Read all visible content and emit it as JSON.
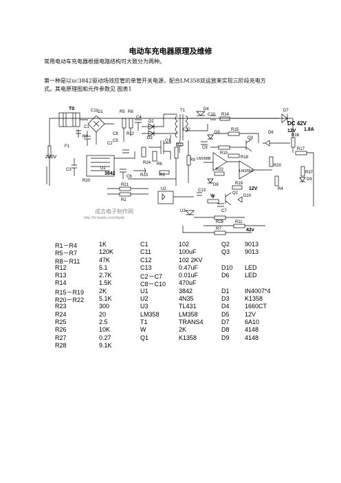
{
  "title": "电动车充电器原理及维修",
  "intro": "常用电动车充电器根据电路结构可大致分为两种。",
  "desc_line1": "第一种是以uc3842驱动场效应管的单管开关电源，配合LM358双运放来实现三阶段充电方",
  "desc_line2": "式。其电原理图和元件参数见  图表1",
  "schematic": {
    "labels": {
      "T0": "T0",
      "D1": "D1",
      "C11": "C11",
      "R5": "R5",
      "R8": "R8",
      "C4": "C4",
      "D2": "D2",
      "T1": "T1",
      "D4": "D4",
      "C10": "C10",
      "R14": "R14",
      "D7": "D7",
      "C1": "C1",
      "R12": "R12",
      "C8": "C8",
      "D3": "D3",
      "Q1": "Q1",
      "C12": "C12",
      "D5": "D5",
      "R15": "R15",
      "D6": "D6",
      "Q3": "Q3",
      "R1": "R1",
      "C2": "C2",
      "C5": "C5",
      "C9": "C9",
      "R10": "R10",
      "R16": "R16",
      "R17": "R17",
      "F1": "F1",
      "R13": "R13",
      "R18": "R18",
      "V220": "220V",
      "C3": "C3",
      "R24": "R24",
      "R6": "R6",
      "R9": "R9",
      "LM358B": "LM358B",
      "LM358A": "LM358A",
      "R20": "R20",
      "R37": "R37",
      "U1": "U1",
      "IC3842": "3842",
      "C6": "C6",
      "R23": "R23",
      "R3": "R3",
      "R22": "R22",
      "D9": "D9",
      "R4": "R4",
      "R20b": "R20",
      "D8": "D8",
      "R19": "R19",
      "V12b": "12V",
      "R21": "R21",
      "U2": "U2",
      "C13": "C13",
      "Q2": "Q2",
      "D10": "D10",
      "R2": "R2",
      "W": "W",
      "C7": "C7",
      "U3": "U3",
      "R28": "R28",
      "R11": "R11",
      "R7": "R7",
      "V42": "42v",
      "DC42V": "DC 42V",
      "A18": "1.8A",
      "V12": "12V"
    },
    "watermark_cn": "成吉电子制作网",
    "watermark_url": "http://hi.baidu.com/diydz"
  },
  "parts_list": {
    "col1": [
      {
        "ref": "R1－R4",
        "val": "1K"
      },
      {
        "ref": "R5－R7",
        "val": "120K"
      },
      {
        "ref": "R8－R11",
        "val": "47K"
      },
      {
        "ref": "R12",
        "val": "5.1"
      },
      {
        "ref": "R13",
        "val": "2.7K"
      },
      {
        "ref": "R14",
        "val": "1.5K"
      },
      {
        "ref": "R15－R19",
        "val": "2K"
      },
      {
        "ref": "R20－R22",
        "val": "5.1K"
      },
      {
        "ref": "R23",
        "val": "300"
      },
      {
        "ref": "R24",
        "val": "20"
      },
      {
        "ref": "R25",
        "val": "2.5"
      },
      {
        "ref": "R26",
        "val": "10K"
      },
      {
        "ref": "R27",
        "val": "0.27"
      },
      {
        "ref": "R28",
        "val": "9.1K"
      }
    ],
    "col2": [
      {
        "ref": "C1",
        "val": "102"
      },
      {
        "ref": "C11",
        "val": "100uF"
      },
      {
        "ref": "C12",
        "val": "102  2KV"
      },
      {
        "ref": "C13",
        "val": "0.47uF"
      },
      {
        "ref": "C2－C7",
        "val": "0.01uF"
      },
      {
        "ref": "C8－C10",
        "val": "470uF"
      },
      {
        "ref": "U1",
        "val": "3842"
      },
      {
        "ref": "U2",
        "val": "4N35"
      },
      {
        "ref": "U3",
        "val": "TL431"
      },
      {
        "ref": "LM358",
        "val": "LM358"
      },
      {
        "ref": "T1",
        "val": "TRANS4"
      },
      {
        "ref": "W",
        "val": "2K"
      },
      {
        "ref": "Q1",
        "val": "K1358"
      }
    ],
    "col3": [
      {
        "ref": "Q2",
        "val": "9013"
      },
      {
        "ref": "Q3",
        "val": "9013"
      },
      {
        "ref": "",
        "val": ""
      },
      {
        "ref": "D10",
        "val": "LED"
      },
      {
        "ref": "D6",
        "val": "LED"
      },
      {
        "ref": "",
        "val": ""
      },
      {
        "ref": "D1",
        "val": "IN4007*4"
      },
      {
        "ref": "D3",
        "val": "K1358"
      },
      {
        "ref": "D4",
        "val": "1660CT"
      },
      {
        "ref": "D5",
        "val": "12V"
      },
      {
        "ref": "D7",
        "val": "6A10"
      },
      {
        "ref": "D8",
        "val": "4148"
      },
      {
        "ref": "D9",
        "val": "4148"
      }
    ]
  }
}
